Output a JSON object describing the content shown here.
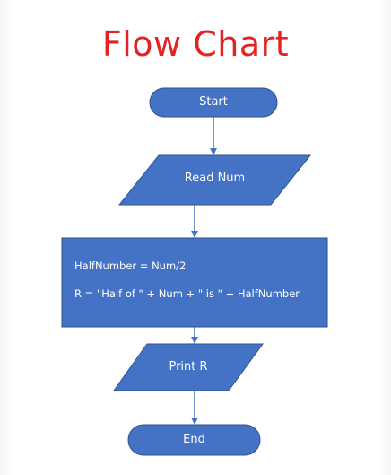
{
  "title": "Flow Chart",
  "colors": {
    "title": "#e32424",
    "shape_fill": "#4472c4",
    "shape_stroke": "#2f528f",
    "arrow": "#4472c4",
    "text": "#ffffff"
  },
  "nodes": {
    "start": {
      "shape": "terminator",
      "label": "Start"
    },
    "input": {
      "shape": "parallelogram",
      "label": "Read Num"
    },
    "process": {
      "shape": "rectangle",
      "lines": [
        "HalfNumber = Num/2",
        "R = \"Half of \" + Num + \" is \" +  HalfNumber"
      ]
    },
    "output": {
      "shape": "parallelogram",
      "label": "Print R"
    },
    "end": {
      "shape": "terminator",
      "label": "End"
    }
  },
  "edges": [
    {
      "from": "start",
      "to": "input"
    },
    {
      "from": "input",
      "to": "process"
    },
    {
      "from": "process",
      "to": "output"
    },
    {
      "from": "output",
      "to": "end"
    }
  ]
}
